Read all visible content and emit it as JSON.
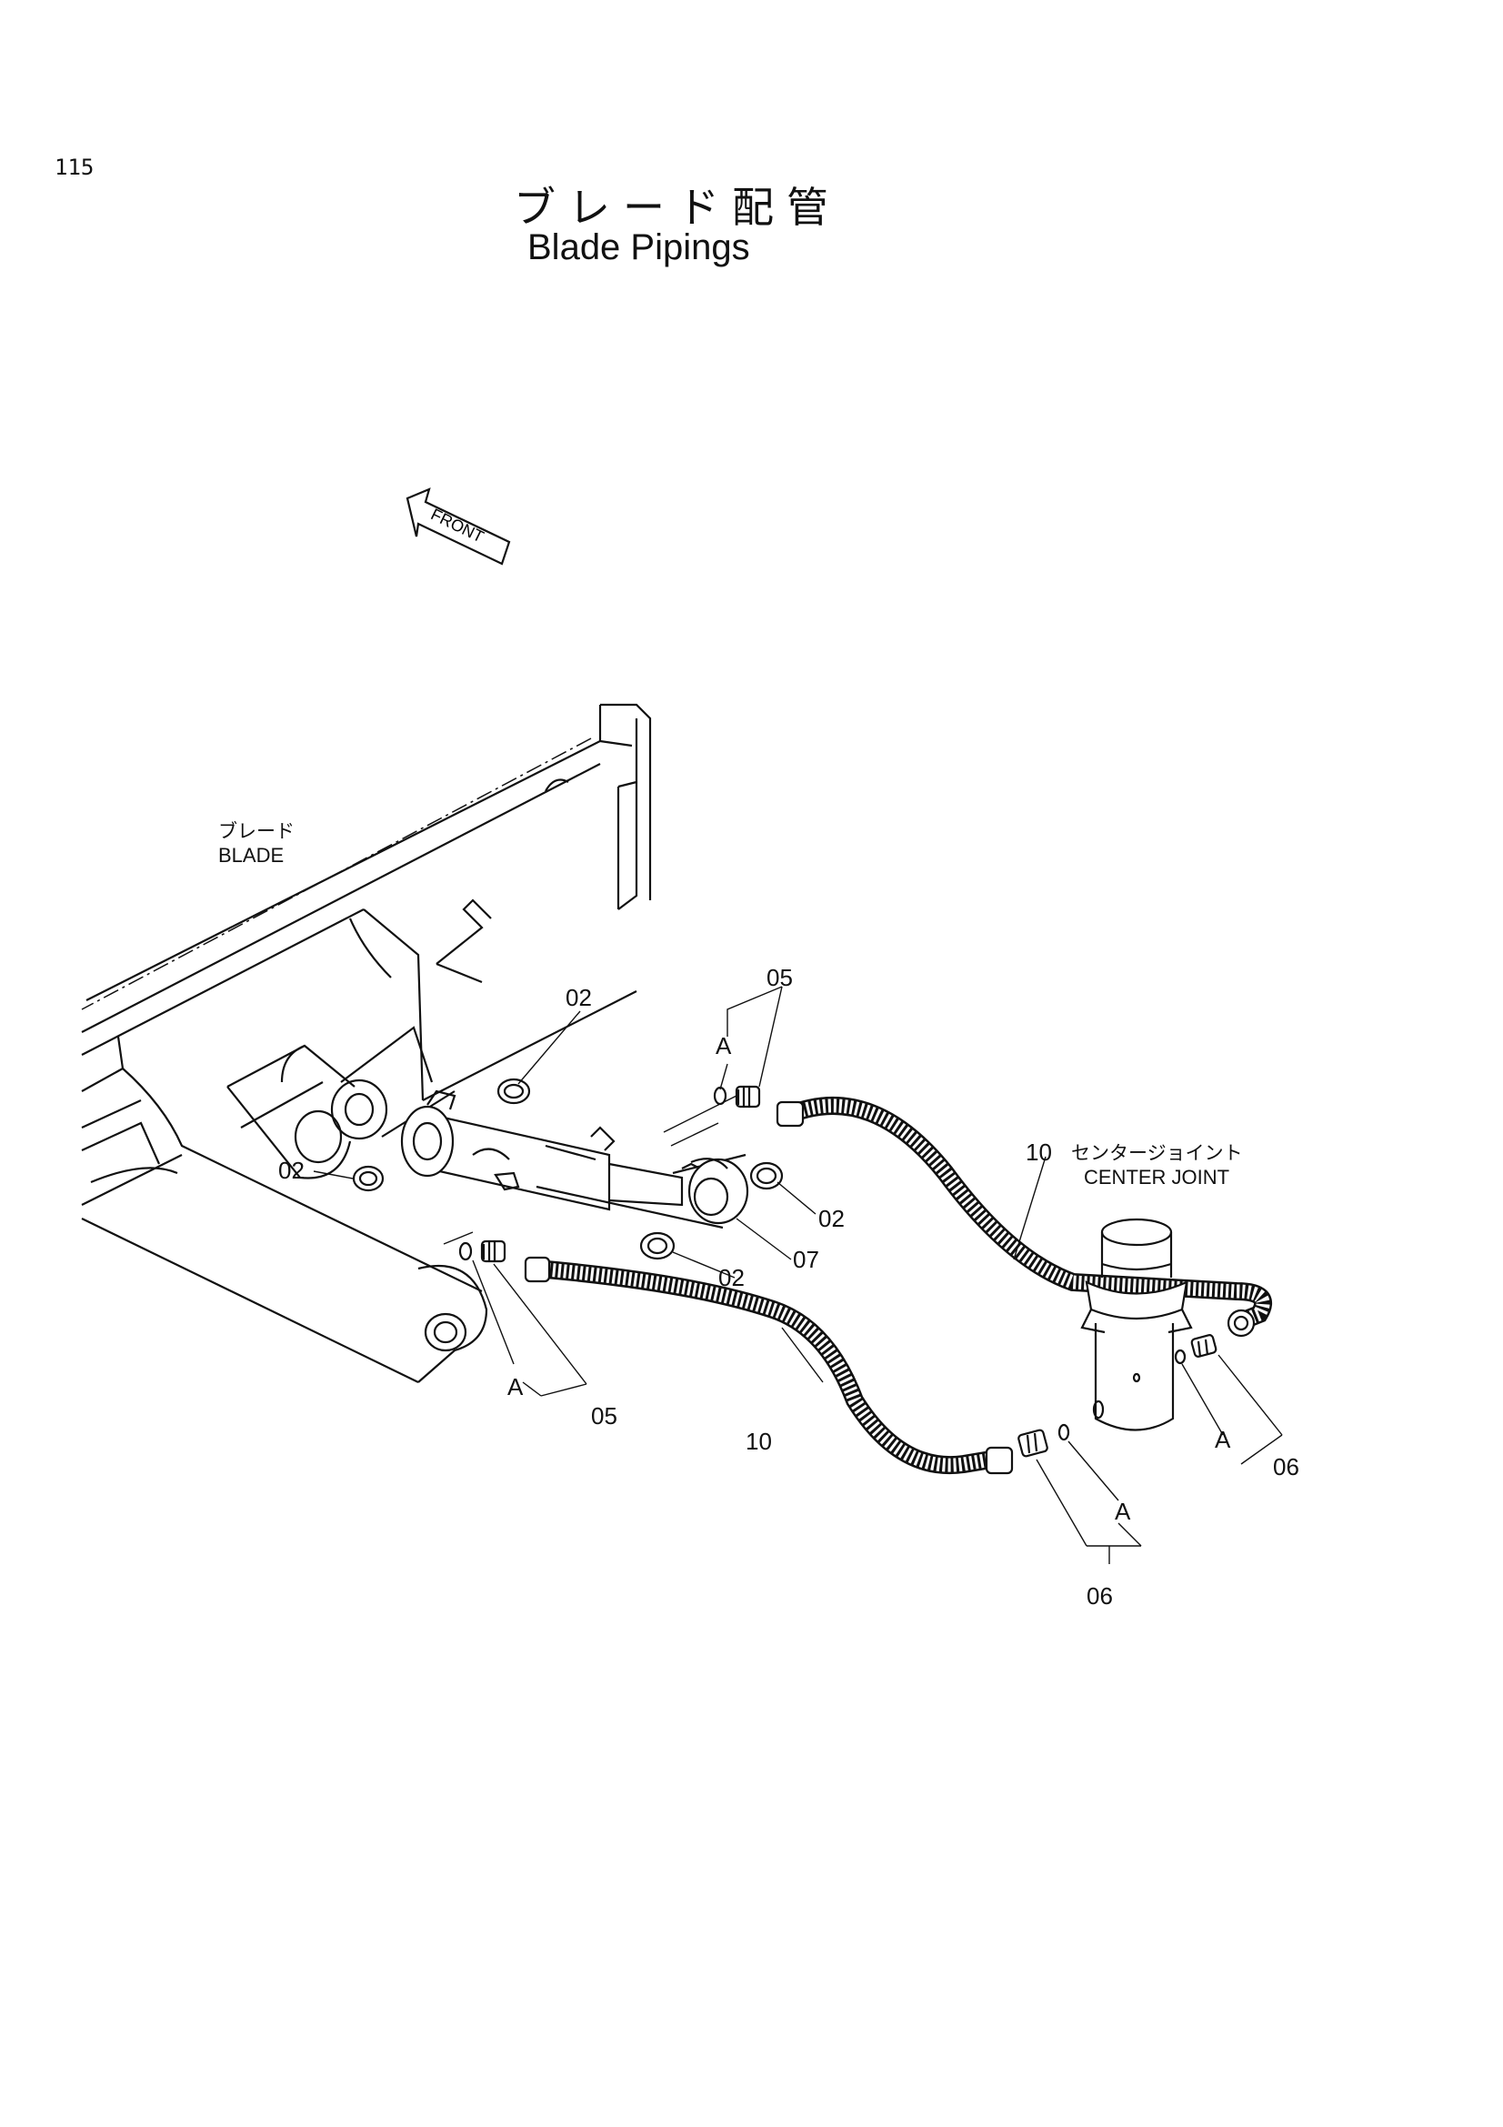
{
  "page_number": "115",
  "title": {
    "japanese": "ブレード配管",
    "english": "Blade Pipings"
  },
  "front_arrow": {
    "label": "FRONT"
  },
  "blade": {
    "label_jp": "ブレード",
    "label_en": "BLADE"
  },
  "center_joint": {
    "label_jp": "センタージョイント",
    "label_en": "CENTER JOINT"
  },
  "callouts": {
    "c02_top": "02",
    "c02_left": "02",
    "c02_right": "02",
    "c02_bottom": "02",
    "c05_top": "05",
    "c05_bottom": "05",
    "c06_right": "06",
    "c06_bottom": "06",
    "c07": "07",
    "c10_top": "10",
    "c10_bottom": "10",
    "a_top": "A",
    "a_bottom": "A",
    "a_right": "A",
    "a_center": "A"
  }
}
